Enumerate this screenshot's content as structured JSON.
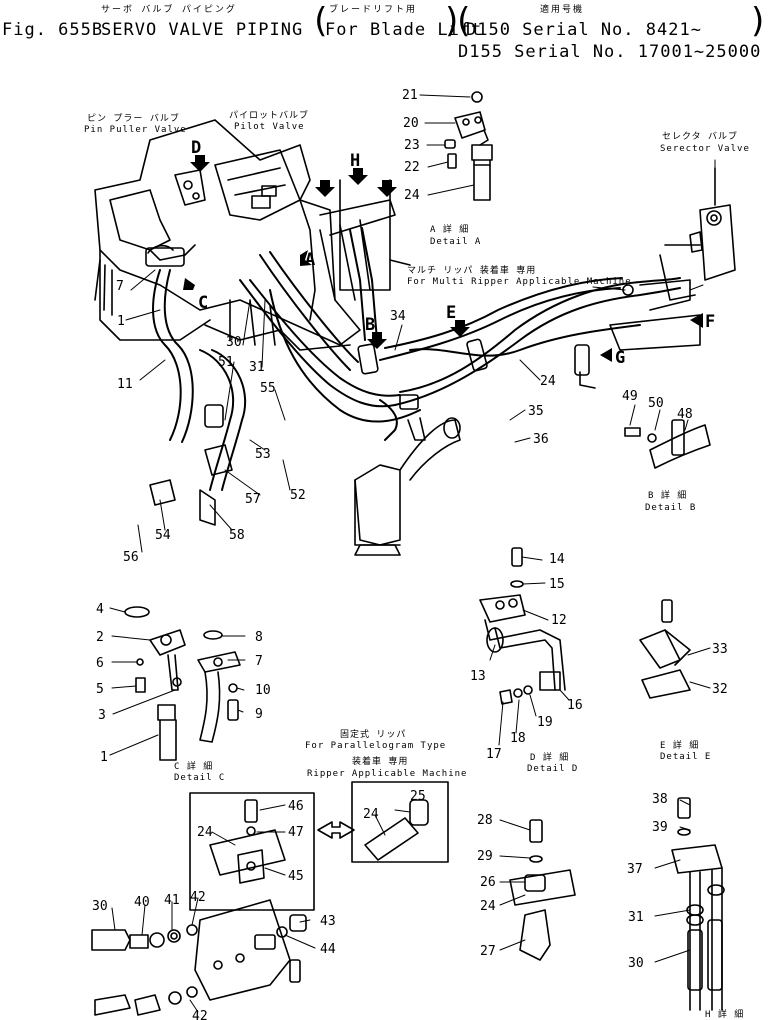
{
  "header": {
    "fig": "Fig. 655B",
    "title_jp": "サーボ バルブ パイピング",
    "title_en": "SERVO VALVE PIPING",
    "sub_jp": "ブレードリフト用",
    "sub_en": "For Blade Lift",
    "applic_jp": "適用号機",
    "applic_1": "D150 Serial No. 8421~",
    "applic_2": "D155 Serial No. 17001~25000"
  },
  "labels": {
    "pin_puller_jp": "ピン プラー バルブ",
    "pin_puller_en": "Pin Puller Valve",
    "pilot_jp": "パイロットバルブ",
    "pilot_en": "Pilot Valve",
    "selector_jp": "セレクタ バルブ",
    "selector_en": "Serector Valve",
    "multi_jp": "マルチ リッパ 装着車 専用",
    "multi_en": "For Multi Ripper Applicable Machine",
    "detail_a_jp": "A 詳 細",
    "detail_a": "Detail A",
    "detail_b_jp": "B 詳 細",
    "detail_b": "Detail B",
    "detail_c_jp": "C 詳 細",
    "detail_c": "Detail C",
    "detail_d_jp": "D 詳 細",
    "detail_d": "Detail D",
    "detail_e_jp": "E 詳 細",
    "detail_e": "Detail E",
    "detail_h_jp": "H 詳 細",
    "para_jp": "固定式 リッパ",
    "para_en": "For Parallelogram Type",
    "ripper_jp": "装着車 専用",
    "ripper_en": "Ripper Applicable Machine"
  },
  "views": [
    "A",
    "B",
    "C",
    "D",
    "E",
    "F",
    "G",
    "H"
  ],
  "part_numbers": [
    "1",
    "2",
    "3",
    "4",
    "5",
    "6",
    "7",
    "8",
    "9",
    "10",
    "11",
    "12",
    "13",
    "14",
    "15",
    "16",
    "17",
    "18",
    "19",
    "20",
    "21",
    "22",
    "23",
    "24",
    "25",
    "26",
    "27",
    "28",
    "29",
    "30",
    "31",
    "32",
    "33",
    "34",
    "35",
    "36",
    "37",
    "38",
    "39",
    "40",
    "41",
    "42",
    "43",
    "44",
    "45",
    "46",
    "47",
    "48",
    "49",
    "50",
    "51",
    "52",
    "53",
    "54",
    "55",
    "56",
    "57",
    "58"
  ]
}
